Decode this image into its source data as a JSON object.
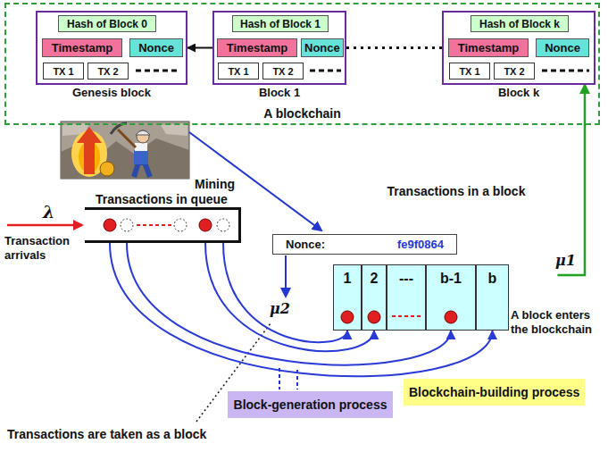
{
  "diagram": {
    "nodes": [
      {
        "text": [
          "A blockchain"
        ]
      },
      {
        "text": [
          "Genesis block"
        ],
        "in": 0
      },
      {
        "text": [
          "Hash of Block 0"
        ],
        "in": 1
      },
      {
        "text": [
          "Timestamp"
        ],
        "in": 1
      },
      {
        "text": [
          "Nonce"
        ],
        "in": 1
      },
      {
        "text": [
          "TX 1"
        ],
        "in": 1
      },
      {
        "text": [
          "TX 2"
        ],
        "in": 1
      },
      {
        "text": [
          "Block 1"
        ],
        "in": 0
      },
      {
        "text": [
          "Hash of Block 1"
        ],
        "in": 7
      },
      {
        "text": [
          "Timestamp"
        ],
        "in": 7
      },
      {
        "text": [
          "Nonce"
        ],
        "in": 7
      },
      {
        "text": [
          "TX 1"
        ],
        "in": 7
      },
      {
        "text": [
          "TX 2"
        ],
        "in": 7
      },
      {
        "text": [
          "Block k"
        ],
        "in": 0
      },
      {
        "text": [
          "Hash of Block k"
        ],
        "in": 13
      },
      {
        "text": [
          "Timestamp"
        ],
        "in": 13
      },
      {
        "text": [
          "Nonce"
        ],
        "in": 13
      },
      {
        "text": [
          "TX 1"
        ],
        "in": 13
      },
      {
        "text": [
          "TX 2"
        ],
        "in": 13
      },
      {
        "text": [
          "Nonce:",
          "fe9f0864"
        ]
      },
      {
        "text": [
          "Transactions in queue"
        ]
      },
      {
        "text": [
          "Transactions in a block"
        ]
      },
      {
        "text": [
          "1"
        ],
        "in": 21
      },
      {
        "text": [
          "2"
        ],
        "in": 21
      },
      {
        "text": [
          "---"
        ],
        "in": 21
      },
      {
        "text": [
          "b-1"
        ],
        "in": 21
      },
      {
        "text": [
          "b"
        ],
        "in": 21
      },
      {
        "text": [
          "Block-generation process"
        ]
      },
      {
        "text": [
          "Blockchain-building process"
        ]
      }
    ],
    "edges": [
      {
        "from": 7,
        "to": 1,
        "arrow": "to"
      },
      {
        "from": 13,
        "to": 7,
        "arrow": "none"
      },
      {
        "from": 21,
        "to": 13,
        "arrow": "to",
        "label": "μ1"
      },
      {
        "from": 20,
        "to": 26,
        "arrow": "to"
      },
      {
        "from": 20,
        "to": 25,
        "arrow": "to"
      },
      {
        "from": 20,
        "to": 23,
        "arrow": "to"
      },
      {
        "from": 20,
        "to": 22,
        "arrow": "to"
      }
    ],
    "labels": [
      "Mining",
      "λ",
      "Transaction arrivals",
      "μ2",
      "A block enters the blockchain",
      "Transactions are taken as a block"
    ]
  }
}
